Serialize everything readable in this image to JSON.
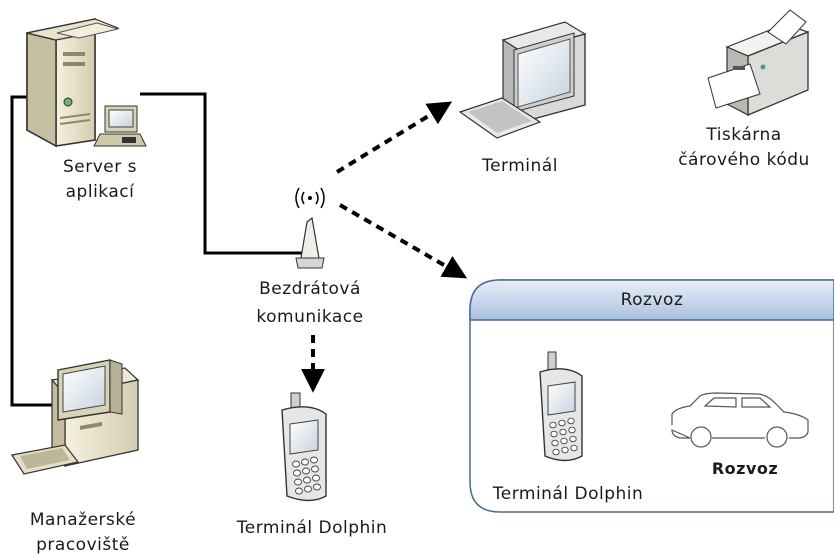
{
  "nodes": {
    "server": {
      "line1": "Server s",
      "line2": "aplikací"
    },
    "manager": {
      "line1": "Manažerské",
      "line2": "pracoviště"
    },
    "wireless": {
      "line1": "Bezdrátová",
      "line2": "komunikace"
    },
    "terminal": {
      "label": "Terminál"
    },
    "printer": {
      "line1": "Tiskárna",
      "line2": "čárového kódu"
    },
    "dolphin": {
      "label": "Terminál Dolphin"
    }
  },
  "rozvoz_group": {
    "title": "Rozvoz",
    "dolphin_label": "Terminál Dolphin",
    "car_label": "Rozvoz"
  },
  "colors": {
    "line": "#000000",
    "group_header": "#c8d8ee",
    "group_border": "#4a6b96",
    "device_beige": "#ece7d2",
    "screen": "#dde6ee"
  }
}
